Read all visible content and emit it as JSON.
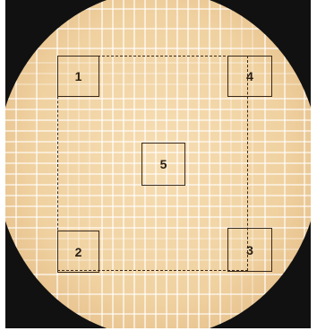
{
  "image": {
    "colors": {
      "background": "#111111",
      "field": "#f0d2a1",
      "grid_line": "#ffffff",
      "outline": "#3a2a1c"
    },
    "squares": [
      {
        "label": "1"
      },
      {
        "label": "4"
      },
      {
        "label": "5"
      },
      {
        "label": "2"
      },
      {
        "label": "3"
      }
    ]
  }
}
